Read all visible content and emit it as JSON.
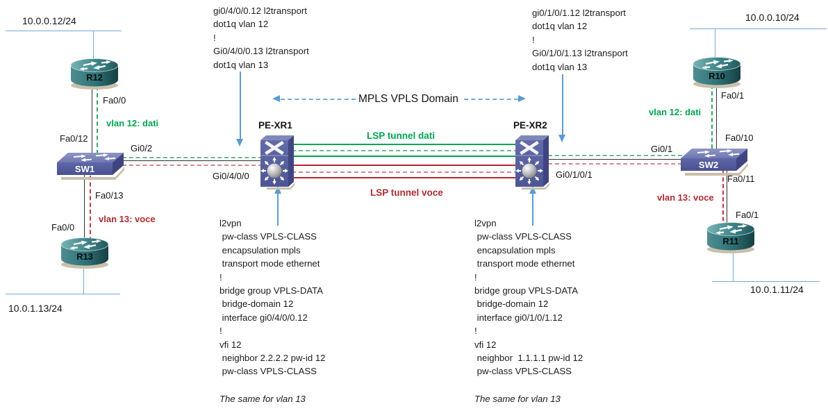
{
  "title": {
    "mpls_domain": "MPLS VPLS Domain"
  },
  "tunnels": {
    "dati": "LSP tunnel dati",
    "voce": "LSP tunnel voce"
  },
  "networks": {
    "top_left": "10.0.0.12/24",
    "bottom_left": "10.0.1.13/24",
    "top_right": "10.0.0.10/24",
    "bottom_right": "10.0.1.11/24"
  },
  "devices": {
    "r12": "R12",
    "r13": "R13",
    "r10": "R10",
    "r11": "R11",
    "sw1": "SW1",
    "sw2": "SW2",
    "pe1": "PE-XR1",
    "pe2": "PE-XR2"
  },
  "interfaces": {
    "r12_fa0_0": "Fa0/0",
    "sw1_fa0_12": "Fa0/12",
    "sw1_gi0_2": "Gi0/2",
    "pe1_gi0_4_0_0": "Gi0/4/0/0",
    "sw1_fa0_13": "Fa0/13",
    "r13_fa0_0": "Fa0/0",
    "r10_fa0_1": "Fa0/1",
    "sw2_fa0_10": "Fa0/10",
    "sw2_gi0_1": "Gi0/1",
    "pe2_gi0_1_0_1": "Gi0/1/0/1",
    "sw2_fa0_11": "Fa0/11",
    "r11_fa0_1": "Fa0/1"
  },
  "vlans": {
    "left_dati": "vlan 12: dati",
    "left_voce": "vlan 13: voce",
    "right_dati": "vlan 12: dati",
    "right_voce": "vlan 13: voce"
  },
  "configs": {
    "pe1_subif": [
      "gi0/4/0/0.12 l2transport",
      "dot1q vlan 12",
      "!",
      "Gi0/4/0/0.13 l2transport",
      "dot1q vlan 13"
    ],
    "pe2_subif": [
      "gi0/1/0/1.12 l2transport",
      "dot1q vlan 12",
      "!",
      "Gi0/1/0/1.13 l2transport",
      "dot1q vlan 13"
    ],
    "pe1_l2vpn": [
      "l2vpn",
      " pw-class VPLS-CLASS",
      " encapsulation mpls",
      " transport mode ethernet",
      "!",
      "bridge group VPLS-DATA",
      " bridge-domain 12",
      " interface gi0/4/0/0.12",
      "!",
      "vfi 12",
      " neighbor 2.2.2.2 pw-id 12",
      " pw-class VPLS-CLASS"
    ],
    "pe1_note": "The same for vlan 13",
    "pe2_l2vpn": [
      "l2vpn",
      " pw-class VPLS-CLASS",
      " encapsulation mpls",
      " transport mode ethernet",
      "!",
      "bridge group VPLS-DATA",
      " bridge-domain 12",
      " interface gi0/1/0/1.12",
      "!",
      "vfi 12",
      " neighbor  1.1.1.1 pw-id 12",
      " pw-class VPLS-CLASS"
    ],
    "pe2_note": "The same for vlan 13"
  },
  "colors": {
    "dati_green": "#00a550",
    "dati_green_dashed": "#6cba8c",
    "voce_red": "#b0282e",
    "voce_red_dashed": "#d4888c",
    "lan_blue": "#74a9d8",
    "arrow_blue": "#5b9bd5",
    "link_black": "#2f2f2f"
  }
}
